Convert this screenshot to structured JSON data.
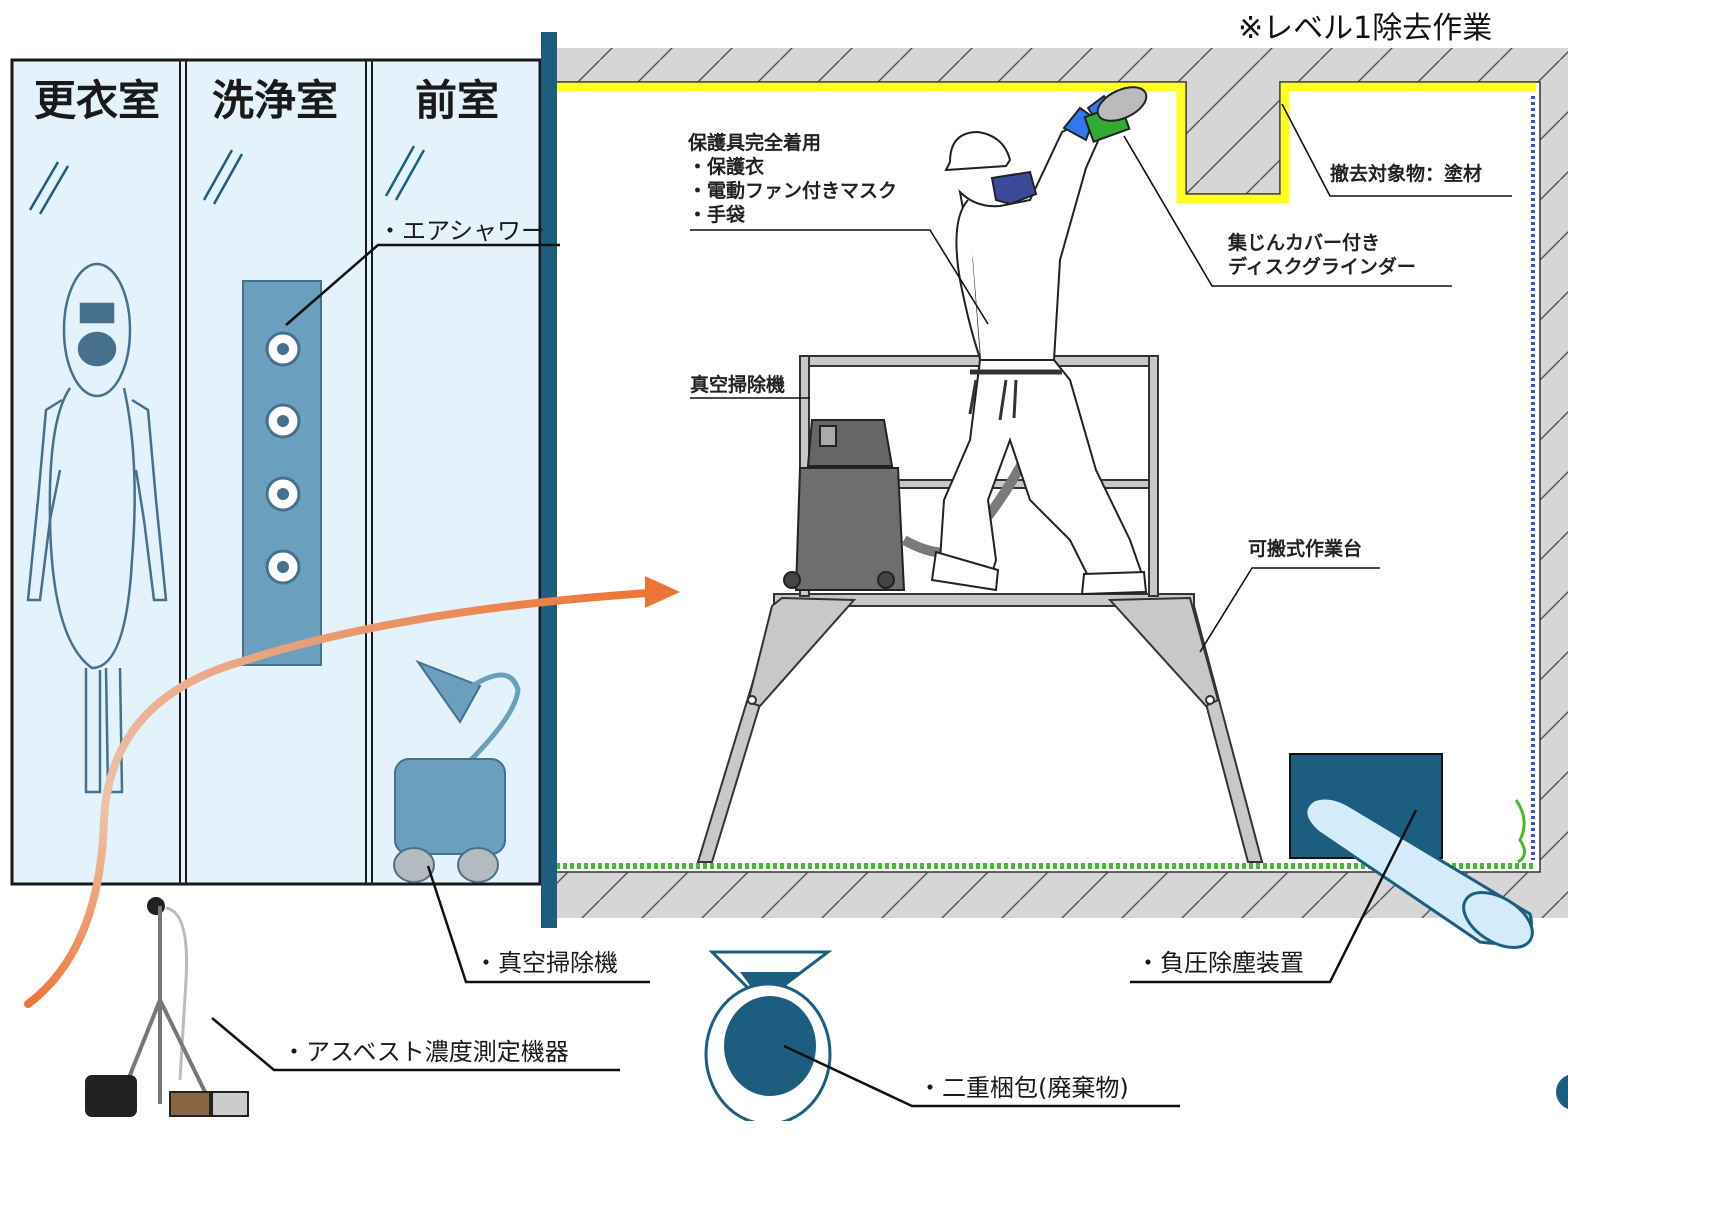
{
  "header": {
    "level_note": "※レベル1除去作業"
  },
  "rooms": {
    "changing": "更衣室",
    "washing": "洗浄室",
    "anteroom": "前室"
  },
  "callouts": {
    "air_shower": "・エアシャワー",
    "vacuum_front": "・真空掃除機",
    "asbestos_monitor": "・アスベスト濃度測定機器",
    "double_bagging": "・二重梱包(廃棄物)",
    "negative_pressure": "・負圧除塵装置"
  },
  "worksite": {
    "ppe_title": "保護具完全着用",
    "ppe_items": [
      "・保護衣",
      "・電動ファン付きマスク",
      "・手袋"
    ],
    "vacuum_label": "真空掃除機",
    "removal_target": "撤去対象物：塗材",
    "grinder_line1": "集じんカバー付き",
    "grinder_line2": "ディスクグラインダー",
    "platform_label": "可搬式作業台"
  },
  "colors": {
    "panel_fill": "#e3f2fb",
    "panel_stroke": "#1a1a1a",
    "equipment_dark": "#1d5e80",
    "equipment_mid": "#6a9fbd",
    "figure_stroke": "#46708c",
    "arrow_orange": "#ee7434",
    "paint_yellow": "#ffff22",
    "concrete_gray": "#d6d6d6",
    "sheet_green": "#44bb33",
    "sheet_blue": "#3355cc"
  }
}
